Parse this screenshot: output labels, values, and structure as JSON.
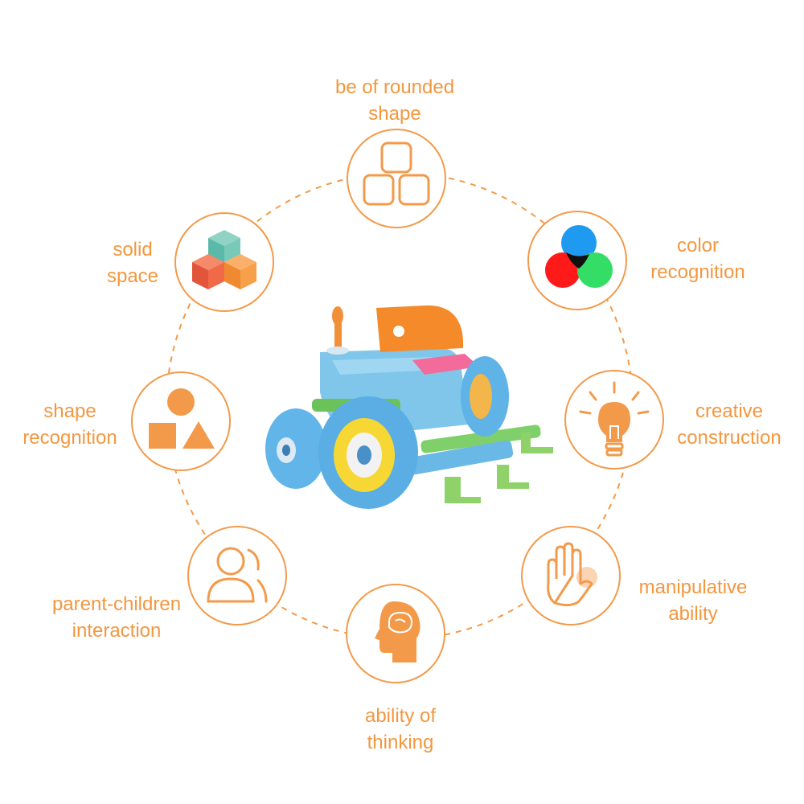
{
  "theme": {
    "accent": "#f39a4a",
    "text": "#f3973f"
  },
  "center": {
    "image": "building-block-toy-car",
    "icon": "toy-car-icon"
  },
  "features": [
    {
      "id": "rounded",
      "icon": "rounded-cubes-icon",
      "line1": "be of rounded",
      "line2": "shape"
    },
    {
      "id": "color",
      "icon": "color-circles-icon",
      "line1": "color",
      "line2": "recognition"
    },
    {
      "id": "creative",
      "icon": "lightbulb-icon",
      "line1": "creative",
      "line2": "construction"
    },
    {
      "id": "manipulative",
      "icon": "hand-icon",
      "line1": "manipulative",
      "line2": "ability"
    },
    {
      "id": "thinking",
      "icon": "brain-head-icon",
      "line1": "ability of",
      "line2": "thinking"
    },
    {
      "id": "parent",
      "icon": "people-icon",
      "line1": "parent-children",
      "line2": "interaction"
    },
    {
      "id": "shape",
      "icon": "shapes-icon",
      "line1": "shape",
      "line2": "recognition"
    },
    {
      "id": "solid",
      "icon": "stacked-cubes-icon",
      "line1": "solid",
      "line2": "space"
    }
  ]
}
